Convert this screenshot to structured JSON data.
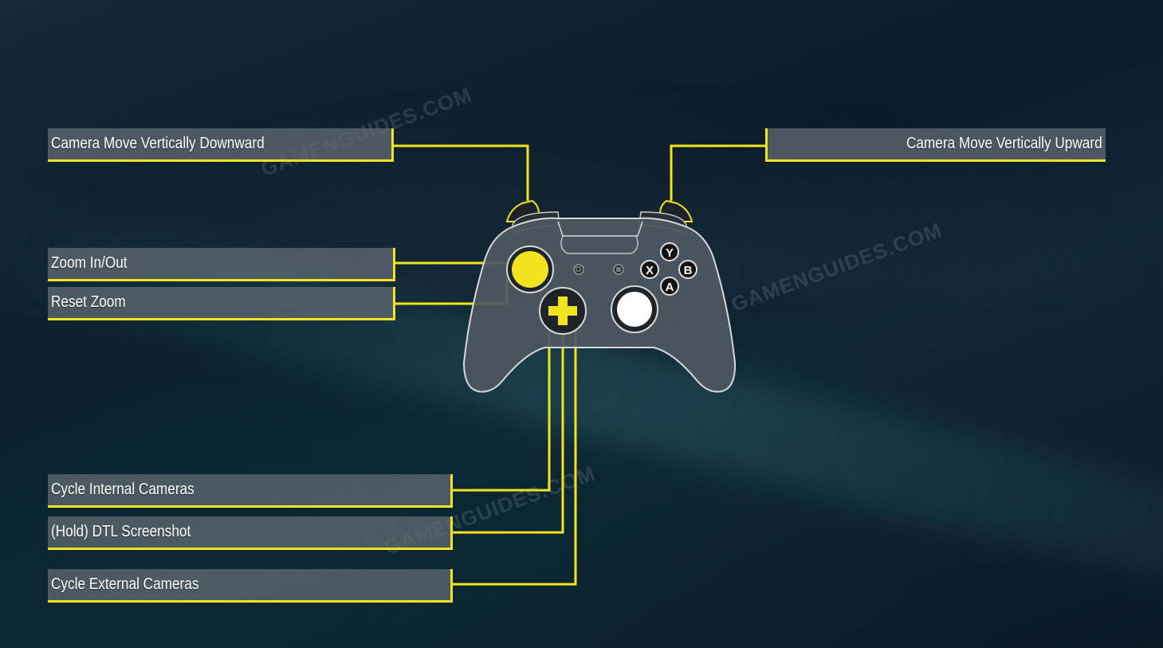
{
  "watermark": "GAMENGUIDES.COM",
  "colors": {
    "accent": "#f1e41f",
    "controller": "#4a5560",
    "label_bg": "#646e76"
  },
  "controller": {
    "face_buttons": [
      "Y",
      "X",
      "B",
      "A"
    ],
    "highlighted": [
      "left-bumper",
      "right-bumper",
      "left-stick",
      "d-pad"
    ]
  },
  "bindings": {
    "lb": "Camera Move Vertically Downward",
    "rb": "Camera Move Vertically Upward",
    "ls_move": "Zoom In/Out",
    "ls_press": "Reset Zoom",
    "dpad_left": "Cycle Internal Cameras",
    "dpad_up": "(Hold) DTL Screenshot",
    "dpad_right": "Cycle External Cameras"
  }
}
